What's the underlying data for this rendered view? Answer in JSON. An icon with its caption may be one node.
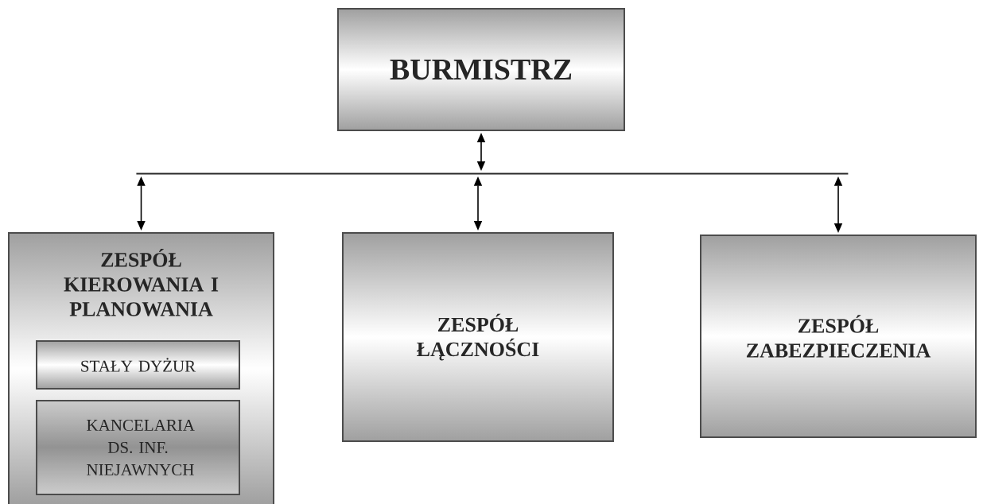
{
  "diagram": {
    "nodes": [
      {
        "text": [
          "BURMISTRZ"
        ]
      },
      {
        "text": [],
        "shape": "bar"
      },
      {
        "text": [
          "ZESPÓŁ KIEROWANIA I PLANOWANIA"
        ]
      },
      {
        "text": [
          "STAŁY DYŻUR"
        ],
        "in": 2
      },
      {
        "text": [
          "KANCELARIA DS. INF. NIEJAWNYCH"
        ],
        "in": 2
      },
      {
        "text": [
          "ZESPÓŁ ŁĄCZNOŚCI"
        ]
      },
      {
        "text": [
          "ZESPÓŁ ZABEZPIECZENIA"
        ]
      }
    ],
    "edges": [
      {
        "from": 0,
        "to": 1,
        "arrow": "both"
      },
      {
        "from": 1,
        "to": 2,
        "arrow": "both"
      },
      {
        "from": 1,
        "to": 5,
        "arrow": "both"
      },
      {
        "from": 1,
        "to": 6,
        "arrow": "both"
      }
    ]
  }
}
